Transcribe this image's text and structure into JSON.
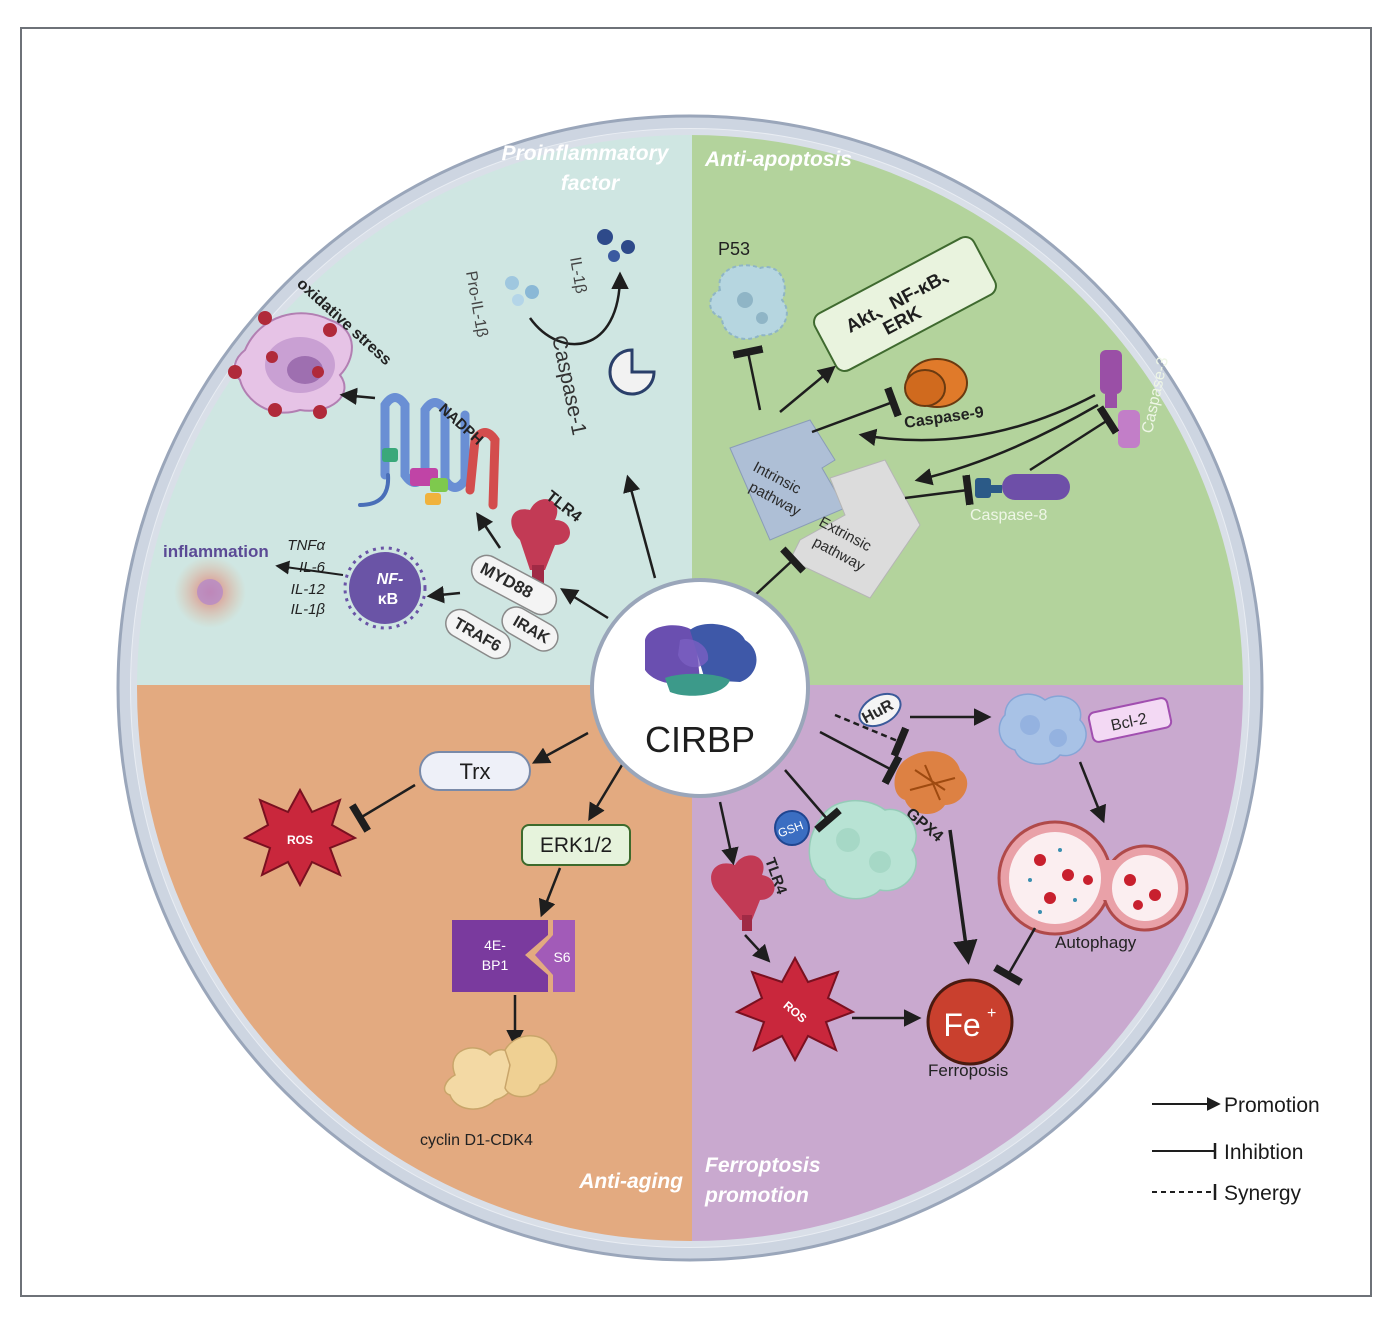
{
  "center": {
    "label": "CIRBP"
  },
  "quadrants": {
    "proinflammatory": {
      "title_line1": "Proinflammatory",
      "title_line2": "factor"
    },
    "anti_apoptosis": {
      "title": "Anti-apoptosis"
    },
    "anti_aging": {
      "title": "Anti-aging"
    },
    "ferroptosis": {
      "title_line1": "Ferroptosis",
      "title_line2": "promotion"
    }
  },
  "labels": {
    "il1b": "IL-1β",
    "pro_il1b": "Pro-IL-1β",
    "caspase1": "Caspase-1",
    "oxidative_stress": "oxidative stress",
    "nadph": "NADPH",
    "tlr4": "TLR4",
    "myd88": "MYD88",
    "irak": "IRAK",
    "traf6": "TRAF6",
    "nfkb_line1": "NF-",
    "nfkb_line2": "κB",
    "inflammation": "inflammation",
    "cytokines": [
      "TNFα",
      "IL-6",
      "IL-12",
      "IL-1β"
    ],
    "p53": "P53",
    "akt_line1": "Akt、NF-κB、",
    "akt_line2": "ERK",
    "caspase9": "Caspase-9",
    "caspase3": "Caspase-3",
    "caspase8": "Caspase-8",
    "intrinsic_line1": "Intrinsic",
    "intrinsic_line2": "pathway",
    "extrinsic_line1": "Extrinsic",
    "extrinsic_line2": "pathway",
    "trx": "Trx",
    "ros": "ROS",
    "erk12": "ERK1/2",
    "bp1_line1": "4E-",
    "bp1_line2": "BP1",
    "s6": "S6",
    "cyclin": "cyclin D1-CDK4",
    "hur": "HuR",
    "bcl2": "Bcl-2",
    "gsh": "GSH",
    "gpx4": "GPX4",
    "tlr4_b": "TLR4",
    "autophagy": "Autophagy",
    "ros_b": "ROS",
    "fe": "Fe",
    "fe_sup": "+",
    "ferroposis": "Ferroposis"
  },
  "legend": [
    {
      "label": "Promotion",
      "style": "arrow"
    },
    {
      "label": "Inhibtion",
      "style": "inhibit"
    },
    {
      "label": "Synergy",
      "style": "dashed"
    }
  ],
  "colors": {
    "proinflammatory_bg": "#cfe6e2",
    "anti_apoptosis_bg": "#b3d39c",
    "anti_aging_bg": "#e3aa80",
    "ferroptosis_bg": "#c9a9cf",
    "ring": "#bcc6d6"
  }
}
